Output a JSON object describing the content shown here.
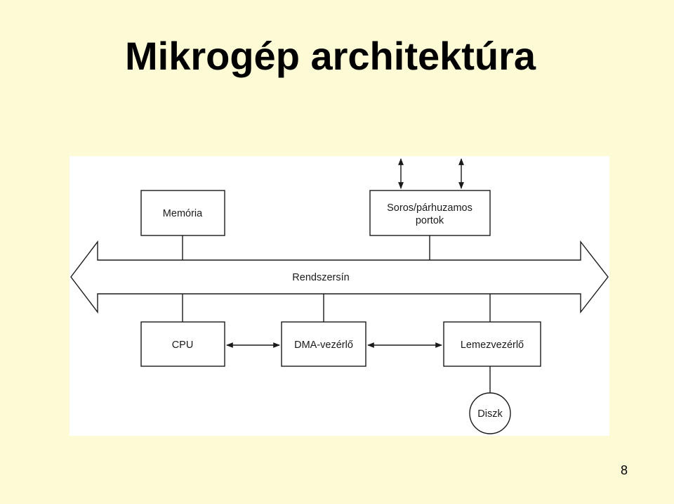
{
  "slide": {
    "title": "Mikrogép architektúra",
    "page_number": "8"
  },
  "diagram": {
    "bus_label": "Rendszersín",
    "nodes": {
      "memory": "Memória",
      "ports_line1": "Soros/párhuzamos",
      "ports_line2": "portok",
      "cpu": "CPU",
      "dma": "DMA-vezérlő",
      "disk_controller": "Lemezvezérlő",
      "disk": "Diszk"
    }
  },
  "colors": {
    "background": "#fdfbd6",
    "panel": "#ffffff",
    "stroke": "#1a1a1a"
  }
}
